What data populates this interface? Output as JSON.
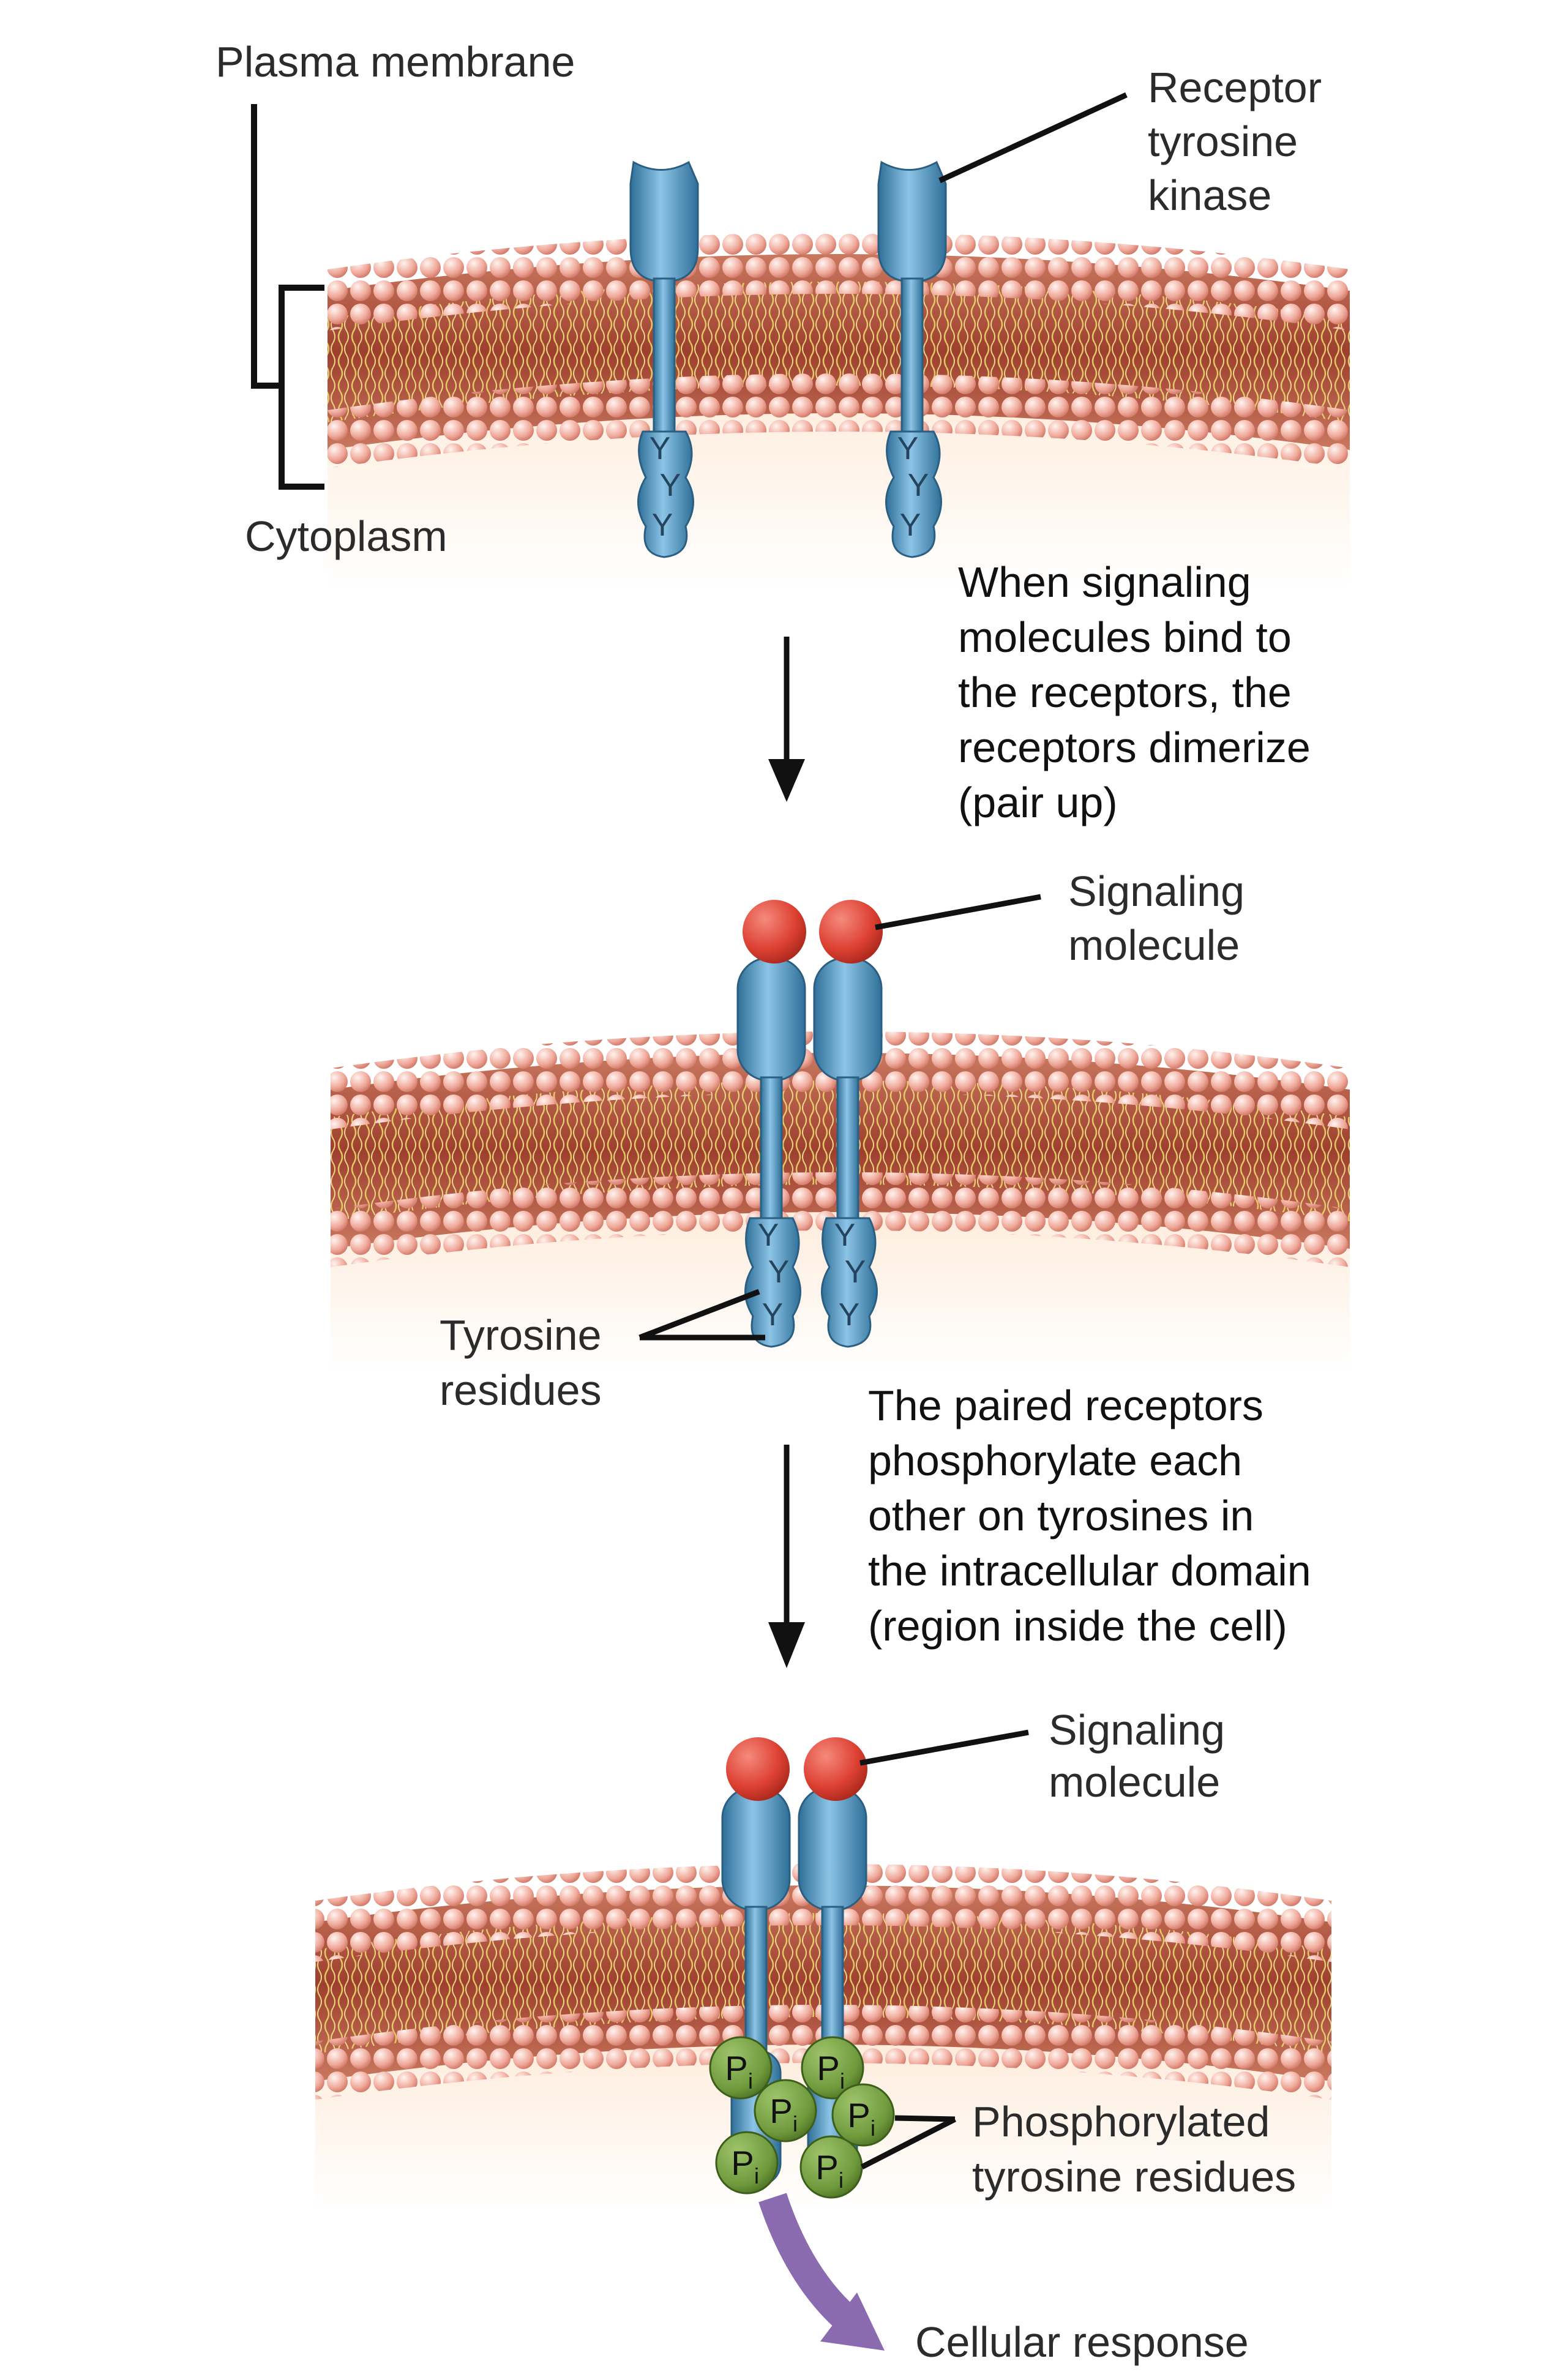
{
  "colors": {
    "membrane_head": "#f2b5a8",
    "membrane_core": "#a84a39",
    "tail_yellow": "#e9d66b",
    "receptor_blue": "#5a9ec8",
    "signaling_red": "#dd4132",
    "phosphate_green": "#6f9a3c",
    "response_purple": "#8a6bb0",
    "cytoplasm_tint": "#fdf1e4"
  },
  "labels": {
    "plasma_membrane": "Plasma membrane",
    "cytoplasm": "Cytoplasm",
    "receptor_line1": "Receptor",
    "receptor_line2": "tyrosine",
    "receptor_line3": "kinase",
    "signaling1_line1": "Signaling",
    "signaling1_line2": "molecule",
    "tyrosine_line1": "Tyrosine",
    "tyrosine_line2": "residues",
    "signaling2_line1": "Signaling",
    "signaling2_line2": "molecule",
    "phospho_line1": "Phosphorylated",
    "phospho_line2": "tyrosine residues",
    "cellular_response": "Cellular response",
    "tyrosine_symbol": "Y",
    "phosphate_symbol": "P",
    "phosphate_subscript": "i"
  },
  "steps": {
    "step1_line1": "When signaling",
    "step1_line2": "molecules bind to",
    "step1_line3": "the receptors, the",
    "step1_line4": "receptors dimerize",
    "step1_line5": "(pair up)",
    "step2_line1": "The paired receptors",
    "step2_line2": "phosphorylate each",
    "step2_line3": "other on tyrosines in",
    "step2_line4": "the intracellular domain",
    "step2_line5": "(region inside the cell)"
  }
}
